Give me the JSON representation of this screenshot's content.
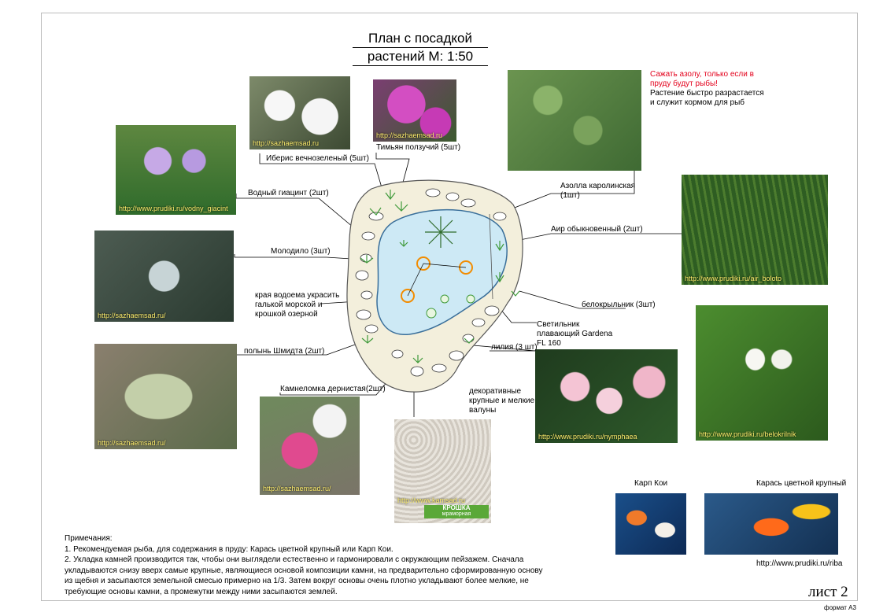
{
  "title": {
    "line1": "План с посадкой",
    "line2": "растений М: 1:50"
  },
  "plants": {
    "iberis": "Иберис вечнозеленый (5шт)",
    "thyme": "Тимьян ползучий (5шт)",
    "hyacinth": "Водный гиацинт (2шт)",
    "molodilo": "Молодило (3шт)",
    "edge": "края водоема украсить галькой морской  и крошкой озерной",
    "wormwood": "полынь Шмидта (2шт)",
    "saxifrage": "Камнеломка дернистая(2шт)",
    "boulders": "декоративные крупные и мелкие валуны",
    "lily": "лилия (3 шт)",
    "lamp": "Светильник плавающий Gardena FL 160",
    "calla": "белокрыльник (3шт)",
    "acorus": "Аир обыкновенный (2шт)",
    "azolla": "Азолла каролинская (1шт)"
  },
  "azolla_note": {
    "red": "Сажать азолу, только если в пруду будут рыбы!",
    "black": "Растение быстро разрастается и служит  кормом для рыб"
  },
  "urls": {
    "iberis": "http://sazhaemsad.ru",
    "thyme": "http://sazhaemsad.ru",
    "hyacinth": "http://www.prudiki.ru/vodny_giacint",
    "molodilo": "http://sazhaemsad.ru/",
    "wormwood": "http://sazhaemsad.ru/",
    "saxifrage": "http://sazhaemsad.ru/",
    "gravel": "http://www.kamsad.ru",
    "lily": "http://www.prudiki.ru/nymphaea",
    "calla": "http://www.prudiki.ru/belokrilnik",
    "acorus": "http://www.prudiki.ru/air_boloto",
    "fish": "http://www.prudiki.ru/riba"
  },
  "gravel_badge": {
    "line1": "КРОШКА",
    "line2": "мраморная"
  },
  "fish": {
    "koi": "Карп Кои",
    "crucian": "Карась цветной крупный"
  },
  "notes": {
    "heading": "Примечания:",
    "n1": "1. Рекомендуемая рыба, для содержания в пруду: Карась цветной крупный или Карп Кои.",
    "n2": "2. Укладка камней производится так, чтобы они выглядели естественно и гармонировали с окружающим пейзажем. Сначала укладываются снизу вверх самые крупные, являющиеся основой композиции камни, на предварительно сформированную основу из щебня и засыпаются земельной смесью примерно на 1/3. Затем вокруг основы очень плотно укладывают более мелкие, не требующие основы камни, а промежутки между ними засыпаются землей."
  },
  "sheet": "лист 2",
  "format": "формат А3",
  "colors": {
    "water": "#cde9f5",
    "border": "#f3efdc",
    "plant": "#3f9a3a",
    "lamp": "#f28c00",
    "note": "#e3001b"
  }
}
